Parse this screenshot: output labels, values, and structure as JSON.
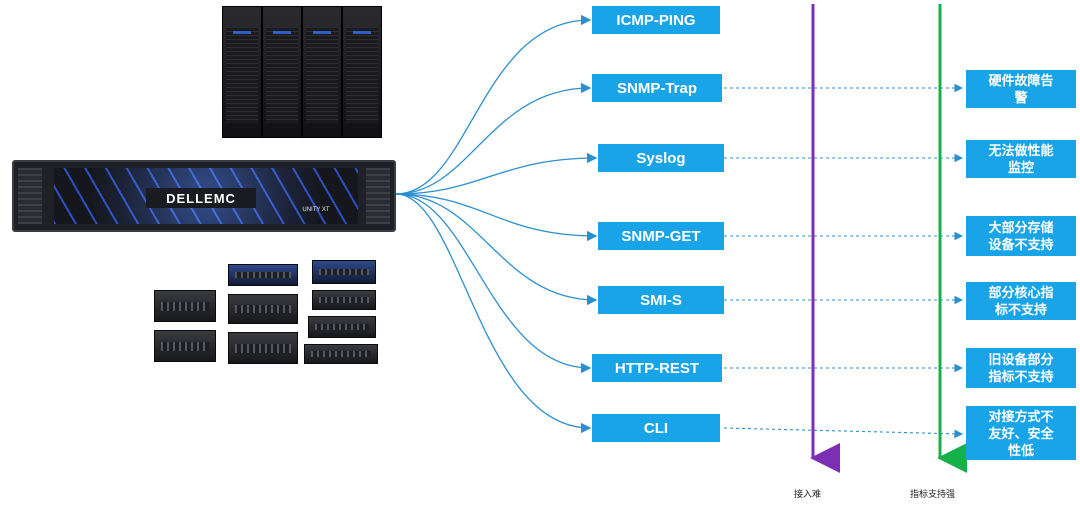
{
  "protocols": [
    {
      "id": "icmp",
      "label": "ICMP-PING"
    },
    {
      "id": "snmptrap",
      "label": "SNMP-Trap"
    },
    {
      "id": "syslog",
      "label": "Syslog"
    },
    {
      "id": "snmpget",
      "label": "SNMP-GET"
    },
    {
      "id": "smis",
      "label": "SMI-S"
    },
    {
      "id": "http",
      "label": "HTTP-REST"
    },
    {
      "id": "cli",
      "label": "CLI"
    }
  ],
  "results": [
    {
      "line1": "硬件故障告",
      "line2": "警"
    },
    {
      "line1": "无法做性能",
      "line2": "监控"
    },
    {
      "line1": "大部分存储",
      "line2": "设备不支持"
    },
    {
      "line1": "部分核心指",
      "line2": "标不支持"
    },
    {
      "line1": "旧设备部分",
      "line2": "指标不支持"
    },
    {
      "line1": "对接方式不",
      "line2": "友好、安全",
      "line3": "性低"
    }
  ],
  "axes": [
    {
      "label": "接入难",
      "color": "#7b2fb5"
    },
    {
      "label": "指标支持强",
      "color": "#16b14a"
    }
  ],
  "hardware": {
    "main_logo": "DELLEMC",
    "unity_badge": "UNITY XT"
  },
  "colors": {
    "accent_blue": "#1aa4e8",
    "arrow_blue": "#2a8fd0"
  }
}
